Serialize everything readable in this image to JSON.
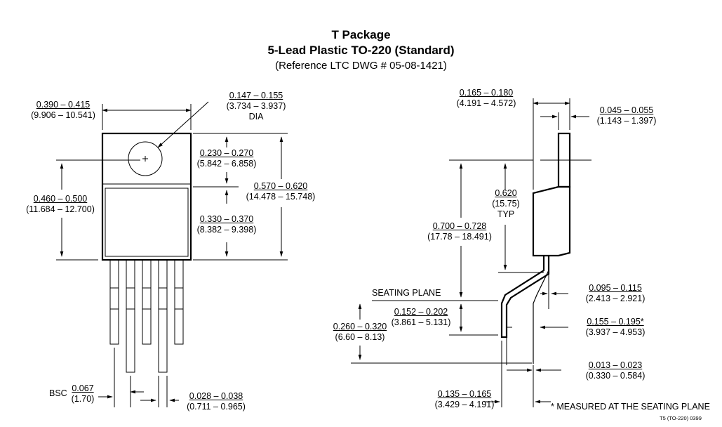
{
  "header": {
    "title": "T Package",
    "subtitle": "5-Lead Plastic TO-220 (Standard)",
    "reference": "(Reference LTC DWG # 05-08-1421)"
  },
  "front_view": {
    "width": {
      "inch": "0.390 – 0.415",
      "mm": "(9.906 – 10.541)"
    },
    "hole": {
      "inch": "0.147 – 0.155",
      "mm": "(3.734 – 3.937)",
      "note": "DIA"
    },
    "hole_center": {
      "inch": "0.230 – 0.270",
      "mm": "(5.842 – 6.858)"
    },
    "tab_height": {
      "inch": "0.570 – 0.620",
      "mm": "(14.478 – 15.748)"
    },
    "lower_body": {
      "inch": "0.330 – 0.370",
      "mm": "(8.382 – 9.398)"
    },
    "left_height": {
      "inch": "0.460 – 0.500",
      "mm": "(11.684 – 12.700)"
    },
    "lead_pitch": {
      "prefix": "BSC",
      "inch": "0.067",
      "mm": "(1.70)"
    },
    "lead_width": {
      "inch": "0.028 – 0.038",
      "mm": "(0.711 – 0.965)"
    }
  },
  "side_view": {
    "body_thickness": {
      "inch": "0.165 – 0.180",
      "mm": "(4.191 – 4.572)"
    },
    "tab_thickness": {
      "inch": "0.045 – 0.055",
      "mm": "(1.143 – 1.397)"
    },
    "typ": {
      "inch": "0.620",
      "mm": "(15.75)",
      "note": "TYP"
    },
    "overall": {
      "inch": "0.700 – 0.728",
      "mm": "(17.78 – 18.491)"
    },
    "seating_plane": "SEATING PLANE",
    "standoff": {
      "inch": "0.152 – 0.202",
      "mm": "(3.861 – 5.131)"
    },
    "lead_length": {
      "inch": "0.260 – 0.320",
      "mm": "(6.60 – 8.13)"
    },
    "offset1": {
      "inch": "0.095 – 0.115",
      "mm": "(2.413 – 2.921)"
    },
    "offset2": {
      "inch": "0.155 – 0.195*",
      "mm": "(3.937 – 4.953)"
    },
    "lead_thick": {
      "inch": "0.013 – 0.023",
      "mm": "(0.330 – 0.584)"
    },
    "foot": {
      "inch": "0.135 – 0.165",
      "mm": "(3.429 – 4.191)"
    },
    "footnote": "* MEASURED AT THE SEATING PLANE",
    "code": "T5 (TO-220) 0399"
  }
}
